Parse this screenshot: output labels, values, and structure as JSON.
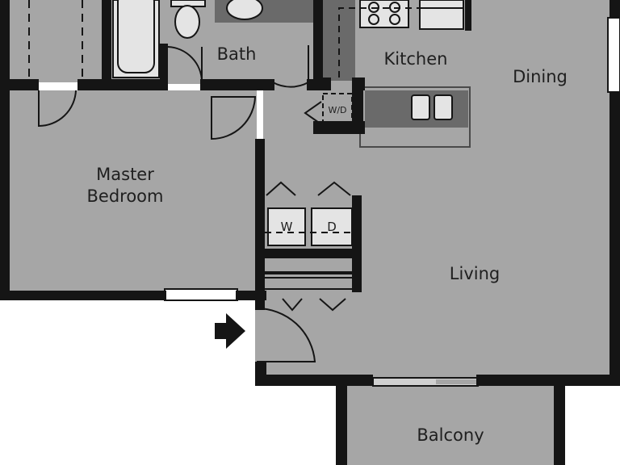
{
  "rooms": {
    "bath": "Bath",
    "kitchen": "Kitchen",
    "dining": "Dining",
    "master_line1": "Master",
    "master_line2": "Bedroom",
    "living": "Living",
    "balcony": "Balcony"
  },
  "appliances": {
    "washer": "W",
    "dryer": "D",
    "wd_closet": "W/D"
  },
  "icons": {
    "entry": "entry-arrow-icon"
  },
  "colors": {
    "floor": "#a6a6a6",
    "wall": "#151515",
    "fixture": "#e4e4e4",
    "exterior": "#ffffff"
  }
}
